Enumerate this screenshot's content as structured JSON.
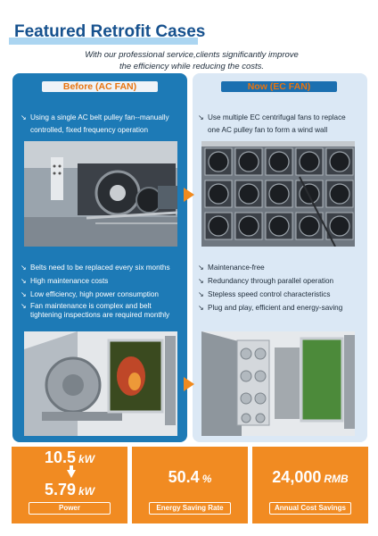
{
  "header": {
    "title": "Featured Retrofit Cases",
    "subtitle_line1": "With our professional service,clients significantly improve",
    "subtitle_line2": "the efficiency while reducing the costs."
  },
  "before": {
    "tab": "Before (AC FAN)",
    "intro": "Using a single AC belt pulley fan--manually controlled, fixed frequency operation",
    "points": [
      "Belts need to be replaced every six months",
      "High maintenance costs",
      "Low efficiency, high power consumption",
      "Fan maintenance is complex and belt tightening inspections are required monthly"
    ]
  },
  "after": {
    "tab": "Now (EC FAN)",
    "intro": "Use multiple EC centrifugal fans to replace one AC pulley fan to form a wind wall",
    "points": [
      "Maintenance-free",
      "Redundancy through parallel operation",
      "Stepless speed control characteristics",
      "Plug and play, efficient and energy-saving"
    ]
  },
  "stats": {
    "power": {
      "before": "10.5",
      "after": "5.79",
      "unit": "kW",
      "label": "Power"
    },
    "saving_rate": {
      "value": "50.4",
      "unit": "%",
      "label": "Energy Saving Rate"
    },
    "annual_savings": {
      "value": "24,000",
      "unit": "RMB",
      "label": "Annual Cost Savings"
    }
  },
  "icons": {
    "bullet": "arrow-down-right-icon",
    "transition": "arrow-right-icon"
  },
  "colors": {
    "brand_blue": "#16518e",
    "panel_blue": "#1d7ab6",
    "panel_light": "#dbe8f5",
    "accent_orange": "#f18b22"
  }
}
